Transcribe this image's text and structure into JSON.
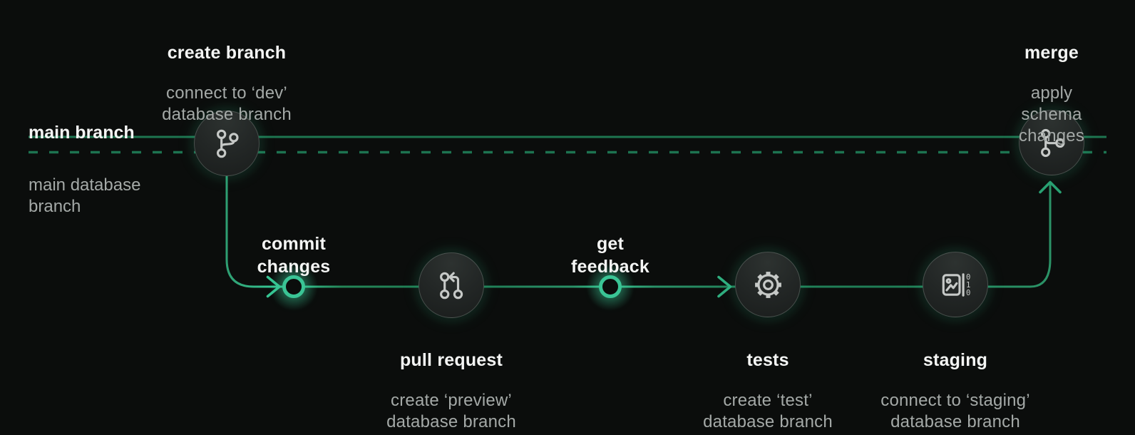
{
  "lanes": {
    "main_branch": "main branch",
    "main_database_branch": "main database\nbranch"
  },
  "nodes": {
    "create_branch": {
      "title": "create branch",
      "subtitle": "connect to ‘dev’\ndatabase branch"
    },
    "commit_changes": {
      "title": "commit\nchanges"
    },
    "pull_request": {
      "title": "pull request",
      "subtitle": "create ‘preview’\ndatabase branch"
    },
    "get_feedback": {
      "title": "get\nfeedback"
    },
    "tests": {
      "title": "tests",
      "subtitle": "create ‘test’\ndatabase branch"
    },
    "staging": {
      "title": "staging",
      "subtitle": "connect to ‘staging’\ndatabase branch"
    },
    "merge": {
      "title": "merge",
      "subtitle": "apply schema\nchanges"
    }
  },
  "icons": {
    "staging_bits": [
      "0",
      "1",
      "0"
    ]
  },
  "colors": {
    "background": "#0b0d0c",
    "main_line_green": "#1e7550",
    "feature_line_green": "#2a9168",
    "bright_green": "#36c593",
    "title_text": "#f4f5f4",
    "subtitle_text": "#a4a9a7",
    "icon_stroke": "#c6c9c7",
    "node_fill": "#212524",
    "node_border": "#4c5351"
  }
}
